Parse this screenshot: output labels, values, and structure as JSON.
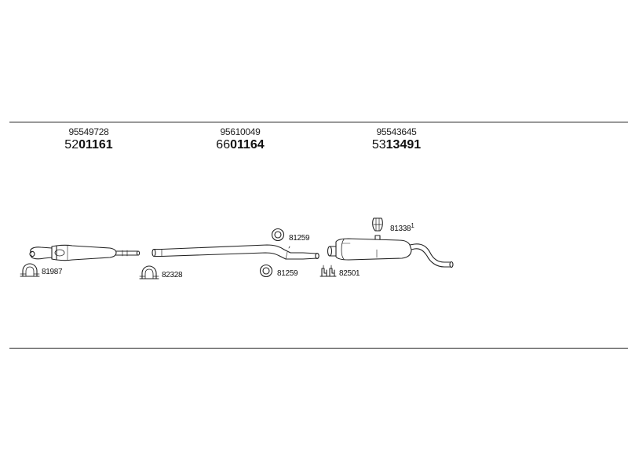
{
  "groups": [
    {
      "oe_number": "95549728",
      "part_prefix": "52",
      "part_main": "01161"
    },
    {
      "oe_number": "95610049",
      "part_prefix": "66",
      "part_main": "01164"
    },
    {
      "oe_number": "95543645",
      "part_prefix": "53",
      "part_main": "13491"
    }
  ],
  "callouts": {
    "clamp_front": "81987",
    "clamp_mid": "82328",
    "ring_upper": "81259",
    "ring_lower": "81259",
    "rubber_mount": "81338",
    "rubber_mount_qty": "1",
    "bracket": "82501"
  },
  "colors": {
    "line": "#222222",
    "text": "#111111"
  }
}
